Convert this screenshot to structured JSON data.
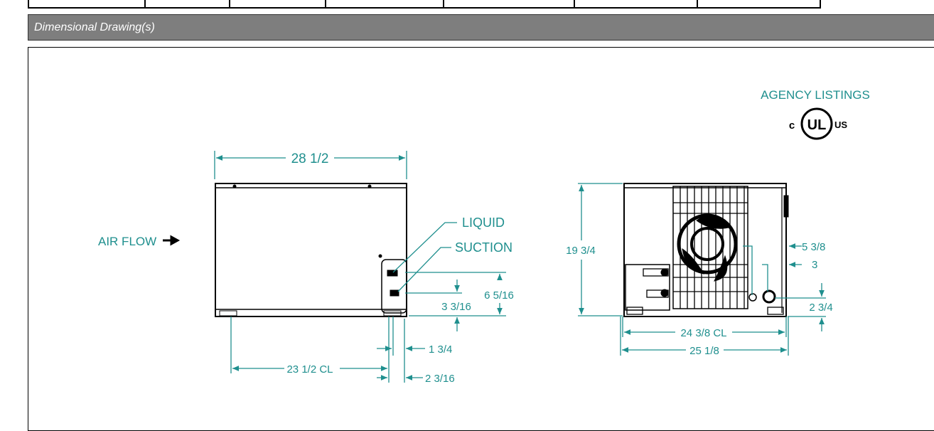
{
  "section": {
    "title": "Dimensional Drawing(s)"
  },
  "agency": {
    "heading": "AGENCY LISTINGS",
    "logo_left": "c",
    "logo_center": "UL",
    "logo_right": "US"
  },
  "labels": {
    "air_flow": "AIR FLOW",
    "liquid": "LIQUID",
    "suction": "SUCTION"
  },
  "dimensions": {
    "width_top": "28 1/2",
    "height_left": "19 3/4",
    "d_6_5_16": "6 5/16",
    "d_3_3_16": "3 3/16",
    "d_1_3_4": "1 3/4",
    "d_23_1_2_cl": "23 1/2  CL",
    "d_2_3_16": "2 3/16",
    "d_5_3_8": "5 3/8",
    "d_3": "3",
    "d_2_3_4": "2 3/4",
    "d_24_3_8_cl": "24 3/8  CL",
    "d_25_1_8": "25 1/8"
  },
  "colors": {
    "dimension": "#1f8f8e",
    "bar": "#7e7e7e",
    "line": "#000000"
  }
}
